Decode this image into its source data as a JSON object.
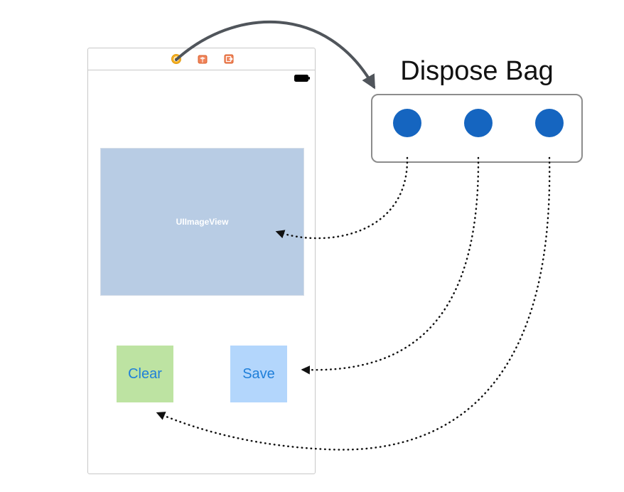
{
  "diagram": {
    "image_view_label": "UIImageView",
    "clear_label": "Clear",
    "save_label": "Save",
    "bag_title": "Dispose Bag",
    "disposables_count": 3,
    "icons": [
      "view-controller-icon",
      "first-responder-icon",
      "exit-icon",
      "battery-icon"
    ],
    "colors": {
      "image_view": "#b8cce4",
      "clear_button": "#bde3a2",
      "save_button": "#b3d6fc",
      "button_text": "#1f7fd9",
      "disposable": "#1565c0",
      "arrow_solid": "#50555b",
      "arrow_dotted": "#111111"
    }
  }
}
